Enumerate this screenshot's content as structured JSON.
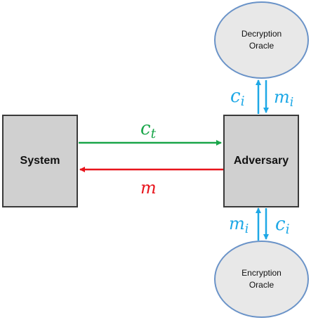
{
  "nodes": {
    "system": "System",
    "adversary": "Adversary",
    "decryption_oracle": [
      "Decryption",
      "Oracle"
    ],
    "encryption_oracle": [
      "Encryption",
      "Oracle"
    ]
  },
  "labels": {
    "challenge": {
      "base": "c",
      "sub": "t"
    },
    "message": {
      "base": "m"
    },
    "dec_query": {
      "base": "c",
      "sub": "i"
    },
    "dec_reply": {
      "base": "m",
      "sub": "i"
    },
    "enc_query": {
      "base": "m",
      "sub": "i"
    },
    "enc_reply": {
      "base": "c",
      "sub": "i"
    }
  },
  "colors": {
    "green": "#1aa64a",
    "red": "#e8141c",
    "blue": "#1ea8e6",
    "box_fill": "#d0d0d0",
    "oracle_fill": "#e8e8e8",
    "oracle_border": "#6a93c8"
  }
}
